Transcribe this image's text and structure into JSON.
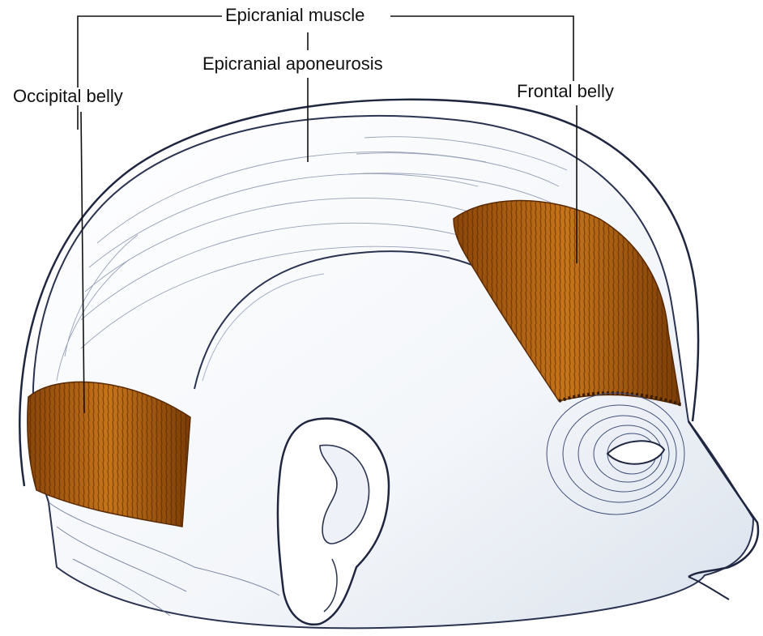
{
  "labels": {
    "epicranial_muscle": "Epicranial muscle",
    "epicranial_aponeurosis": "Epicranial aponeurosis",
    "occipital_belly": "Occipital belly",
    "frontal_belly": "Frontal belly"
  },
  "colors": {
    "muscle": "#b4640f",
    "muscle_dark": "#6e3505",
    "outline": "#2a3350",
    "skin_shade": "#dfe5ef",
    "hatching": "#5f6e8f"
  }
}
